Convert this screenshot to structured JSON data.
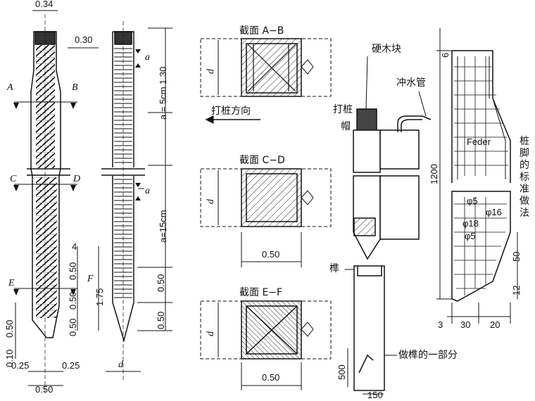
{
  "pile_elevation": {
    "top_width": "0.34",
    "head_height": "0.30",
    "upper_segment": "1.30",
    "upper_spacing": "a = 5cm",
    "mid_spacing": "a=15cm",
    "rebar_mark": "4",
    "spacing_symbol": "a",
    "section_labels": [
      "A",
      "B",
      "C",
      "D",
      "E",
      "F"
    ],
    "lower_dims": [
      "0.50",
      "0.50",
      "0.50",
      "0.50",
      "1.75",
      "0.50",
      "0.50"
    ],
    "tip_dim": "0.10",
    "bottom_dims": [
      "0.25",
      "0.25",
      "0.50"
    ],
    "side_d": "d"
  },
  "sections": [
    {
      "title": "截面 A−B",
      "d_label": "d"
    },
    {
      "title": "截面 C−D",
      "d_label": "d",
      "width": "0.50"
    },
    {
      "title": "截面 E−F",
      "d_label": "d",
      "width": "0.50"
    }
  ],
  "driving": {
    "direction": "打桩方向",
    "hardwood_block": "硬木块",
    "water_pipe": "冲水管",
    "pile_cap_line1": "打桩",
    "pile_cap_line2": "帽",
    "tenon": "榫",
    "tenon_part": "做榫的一部分",
    "tenon_dims": [
      "500",
      "150"
    ]
  },
  "pile_foot": {
    "title": "桩脚的标准做法",
    "title_chars": [
      "桩",
      "脚",
      "的",
      "标",
      "准",
      "做",
      "法"
    ],
    "feder": "Feder",
    "top_dim": "6",
    "height_dim": "1200",
    "rebars": [
      "φ5",
      "φ16",
      "φ18",
      "φ5"
    ],
    "right_dims": [
      "50",
      "12"
    ],
    "bottom_dims": [
      "3",
      "30",
      "20"
    ]
  }
}
